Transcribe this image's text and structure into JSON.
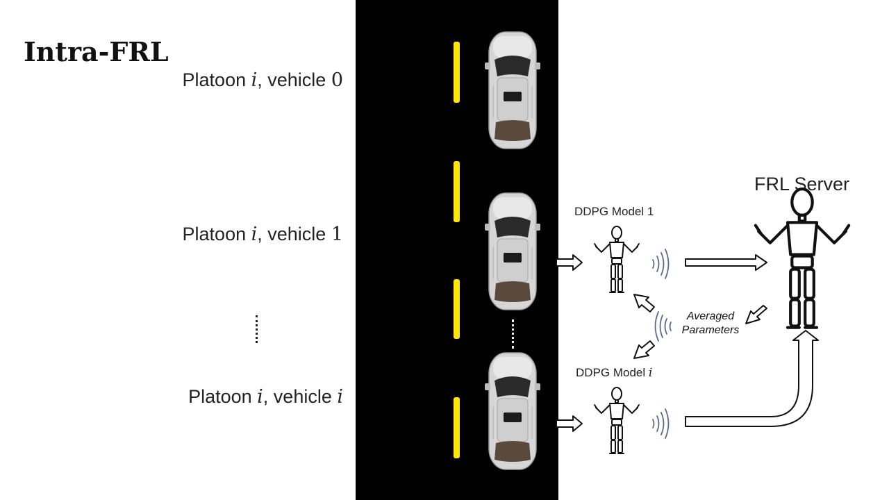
{
  "title": "Intra-FRL",
  "vehicles": [
    {
      "prefix": "Platoon ",
      "platoon_var": "i",
      "middle": ", vehicle ",
      "index": "0",
      "index_italic": false
    },
    {
      "prefix": "Platoon ",
      "platoon_var": "i",
      "middle": ", vehicle ",
      "index": "1",
      "index_italic": false
    },
    {
      "prefix": "Platoon ",
      "platoon_var": "i",
      "middle": ", vehicle ",
      "index": "i",
      "index_italic": true
    }
  ],
  "models": [
    {
      "prefix": "DDPG Model ",
      "index": "1",
      "index_italic": false
    },
    {
      "prefix": "DDPG Model ",
      "index": "i",
      "index_italic": true
    }
  ],
  "server_label": "FRL Server",
  "averaged": {
    "line1": "Averaged",
    "line2": "Parameters"
  },
  "colors": {
    "road": "#000000",
    "lane_marking": "#ffe600",
    "car_body": "#d9d9d9",
    "signal_waves": "#5a6a8a",
    "arrow_outline": "#111111"
  },
  "icons": [
    "car-icon",
    "robot-agent-icon",
    "server-robot-icon",
    "signal-waves-icon",
    "hollow-arrow-icon"
  ]
}
